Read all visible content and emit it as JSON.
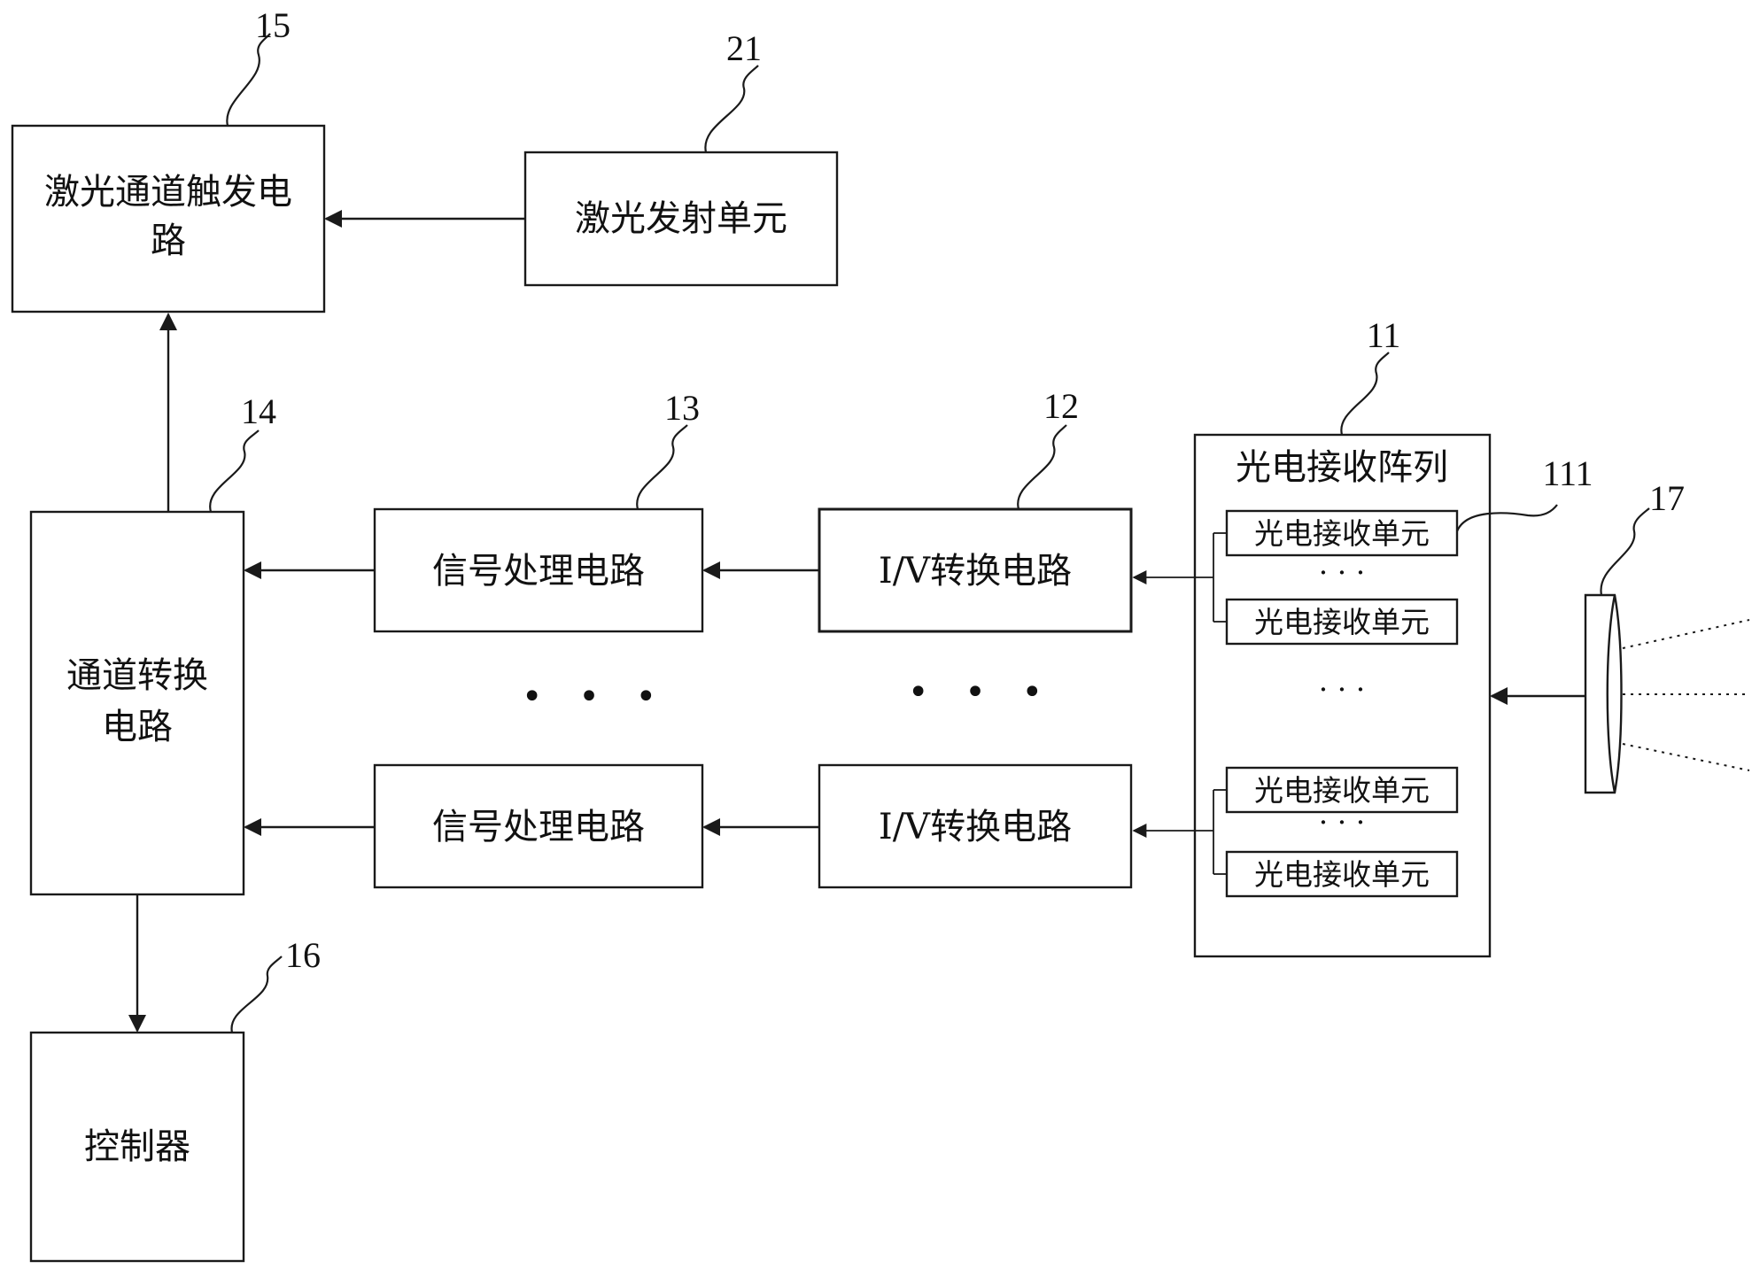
{
  "blocks": {
    "laser_trigger": {
      "line1": "激光通道触发电",
      "line2": "路",
      "ref": "15"
    },
    "laser_emit": {
      "label": "激光发射单元",
      "ref": "21"
    },
    "channel_switch": {
      "line1": "通道转换",
      "line2": "电路",
      "ref": "14"
    },
    "controller": {
      "label": "控制器",
      "ref": "16"
    },
    "signal_proc": {
      "label": "信号处理电路",
      "ref": "13"
    },
    "iv_convert": {
      "label": "I/V转换电路",
      "ref": "12"
    },
    "photo_array": {
      "title": "光电接收阵列",
      "ref": "11"
    },
    "photo_unit": {
      "label": "光电接收单元",
      "ref": "111"
    },
    "lens": {
      "ref": "17"
    }
  },
  "ellipsis": "• • •",
  "ellipsis_small": "· · ·"
}
